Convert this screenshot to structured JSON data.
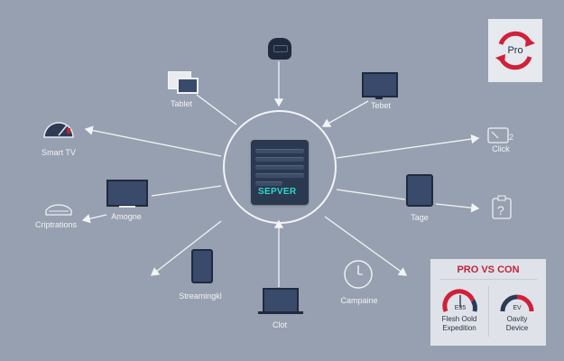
{
  "diagram": {
    "background": "#97a0b0",
    "center": {
      "label": "SEPVER",
      "accent": "#2dd8c8"
    },
    "nodes": [
      {
        "id": "top-device",
        "label": ""
      },
      {
        "id": "tablet-left",
        "label": "Tablet"
      },
      {
        "id": "tablet-right",
        "label": "Tebet"
      },
      {
        "id": "smart-tv",
        "label": "Smart TV"
      },
      {
        "id": "click",
        "label": "Click"
      },
      {
        "id": "amogne",
        "label": "Amogne"
      },
      {
        "id": "cryptrations",
        "label": "Criptrations"
      },
      {
        "id": "tage",
        "label": "Tage"
      },
      {
        "id": "help",
        "label": ""
      },
      {
        "id": "streaming",
        "label": "Streamingkl"
      },
      {
        "id": "client",
        "label": "Clot"
      },
      {
        "id": "campaine",
        "label": "Campaine"
      }
    ]
  },
  "pro_badge": {
    "label": "Pro",
    "accent": "#d0203a"
  },
  "comparison": {
    "title": "PRO VS CON",
    "left": {
      "gauge_label": "E35",
      "caption_1": "Flesh Oold",
      "caption_2": "Expedition"
    },
    "right": {
      "gauge_label": "EV",
      "caption_1": "Oavity",
      "caption_2": "Device"
    }
  }
}
